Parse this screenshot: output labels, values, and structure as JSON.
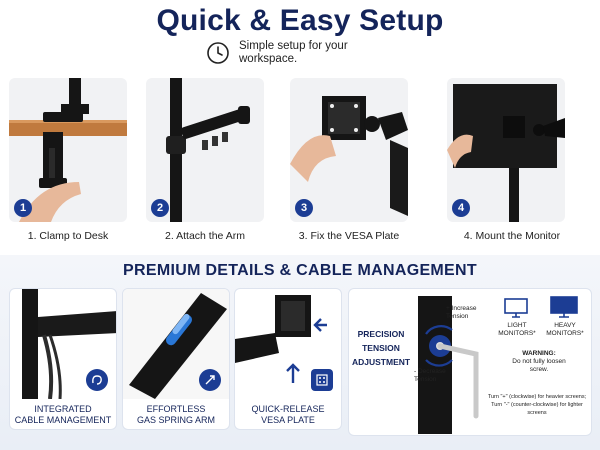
{
  "header": {
    "title": "Quick & Easy Setup",
    "subtitle": "Simple setup for your workspace."
  },
  "steps": [
    {
      "number": "1",
      "label": "1. Clamp to Desk"
    },
    {
      "number": "2",
      "label": "2. Attach the Arm"
    },
    {
      "number": "3",
      "label": "3. Fix the VESA Plate"
    },
    {
      "number": "4",
      "label": "4. Mount the Monitor"
    }
  ],
  "details": {
    "title": "PREMIUM DETAILS & CABLE MANAGEMENT",
    "features": [
      {
        "line1": "INTEGRATED",
        "line2": "CABLE MANAGEMENT"
      },
      {
        "line1": "EFFORTLESS",
        "line2": "GAS SPRING ARM"
      },
      {
        "line1": "QUICK-RELEASE",
        "line2": "VESA PLATE"
      }
    ],
    "tension": {
      "title1": "PRECISION",
      "title2": "TENSION",
      "title3": "ADJUSTMENT",
      "increase": "+ Increase Tension",
      "decrease": "- Decrease Tension",
      "light": "LIGHT MONITORS*",
      "heavy": "HEAVY MONITORS*",
      "warning_title": "WARNING:",
      "warning_text": "Do not fully loosen screw.",
      "turn_plus": "Turn \"+\" (clockwise) for heavier screens;",
      "turn_minus": "Turn \"-\" (counter-clockwise) for lighter screens"
    }
  },
  "colors": {
    "navy": "#14245a",
    "accent": "#1c3d94",
    "wood": "#c07a3e",
    "arm": "#151515"
  }
}
